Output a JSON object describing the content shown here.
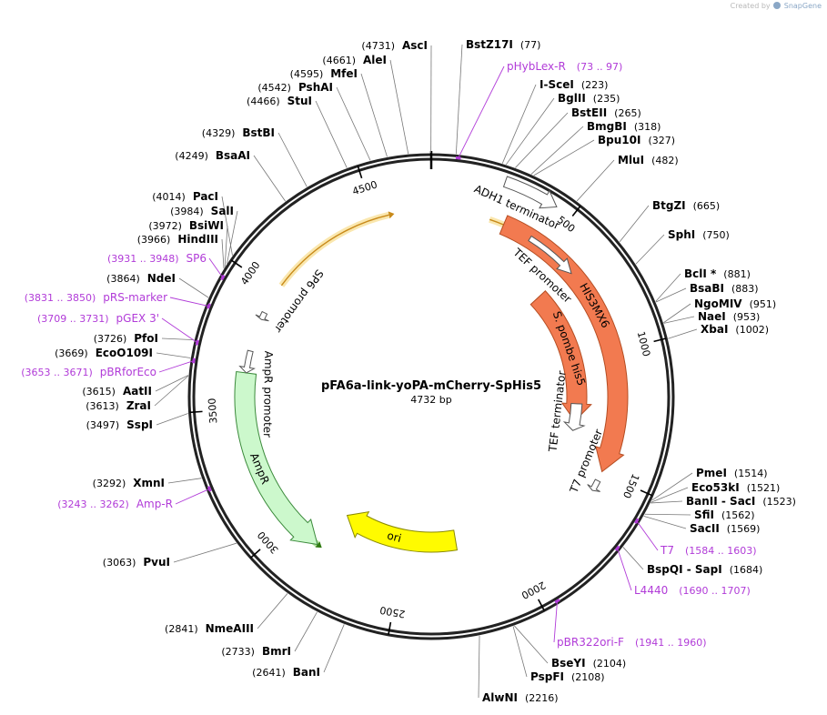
{
  "credit": {
    "created_by": "Created by",
    "brand": "SnapGene"
  },
  "plasmid": {
    "name": "pFA6a-link-yoPA-mCherry-SpHis5",
    "length": "4732 bp",
    "total_bp": 4732
  },
  "colors": {
    "feature_orange": "#f27a50",
    "ori_yellow": "#fffb00",
    "amp_green": "#ccf8cc",
    "primer_purple": "#b13bd8",
    "highlight_yellow": "#f6d36b",
    "highlight_green": "#78c850"
  },
  "ticks": [
    {
      "pos": 500,
      "label": "500"
    },
    {
      "pos": 1000,
      "label": "1000"
    },
    {
      "pos": 1500,
      "label": "1500"
    },
    {
      "pos": 2000,
      "label": "2000"
    },
    {
      "pos": 2500,
      "label": "2500"
    },
    {
      "pos": 3000,
      "label": "3000"
    },
    {
      "pos": 3500,
      "label": "3500"
    },
    {
      "pos": 4000,
      "label": "4000"
    },
    {
      "pos": 4500,
      "label": "4500"
    }
  ],
  "enzymes_right": [
    {
      "name": "BstZ17I",
      "pos": "77",
      "site": 77
    },
    {
      "name": "I-SceI",
      "pos": "223",
      "site": 223
    },
    {
      "name": "BglII",
      "pos": "235",
      "site": 235
    },
    {
      "name": "BstEII",
      "pos": "265",
      "site": 265
    },
    {
      "name": "BmgBI",
      "pos": "318",
      "site": 318
    },
    {
      "name": "Bpu10I",
      "pos": "327",
      "site": 327
    },
    {
      "name": "MluI",
      "pos": "482",
      "site": 482
    },
    {
      "name": "BtgZI",
      "pos": "665",
      "site": 665
    },
    {
      "name": "SphI",
      "pos": "750",
      "site": 750
    },
    {
      "name": "BclI *",
      "pos": "881",
      "site": 881
    },
    {
      "name": "BsaBI",
      "pos": "883",
      "site": 883
    },
    {
      "name": "NgoMIV",
      "pos": "951",
      "site": 951
    },
    {
      "name": "NaeI",
      "pos": "953",
      "site": 953
    },
    {
      "name": "XbaI",
      "pos": "1002",
      "site": 1002
    },
    {
      "name": "PmeI",
      "pos": "1514",
      "site": 1514
    },
    {
      "name": "Eco53kI",
      "pos": "1521",
      "site": 1521
    },
    {
      "name": "BanII  -  SacI",
      "pos": "1523",
      "site": 1523
    },
    {
      "name": "SfiI",
      "pos": "1562",
      "site": 1562
    },
    {
      "name": "SacII",
      "pos": "1569",
      "site": 1569
    },
    {
      "name": "BspQI  -  SapI",
      "pos": "1684",
      "site": 1684
    },
    {
      "name": "BseYI",
      "pos": "2104",
      "site": 2104
    },
    {
      "name": "PspFI",
      "pos": "2108",
      "site": 2108
    },
    {
      "name": "AlwNI",
      "pos": "2216",
      "site": 2216
    }
  ],
  "enzymes_left": [
    {
      "name": "AscI",
      "pos": "(4731)",
      "site": 4731
    },
    {
      "name": "AleI",
      "pos": "(4661)",
      "site": 4661
    },
    {
      "name": "MfeI",
      "pos": "(4595)",
      "site": 4595
    },
    {
      "name": "PshAI",
      "pos": "(4542)",
      "site": 4542
    },
    {
      "name": "StuI",
      "pos": "(4466)",
      "site": 4466
    },
    {
      "name": "BstBI",
      "pos": "(4329)",
      "site": 4329
    },
    {
      "name": "BsaAI",
      "pos": "(4249)",
      "site": 4249
    },
    {
      "name": "PacI",
      "pos": "(4014)",
      "site": 4014
    },
    {
      "name": "SalI",
      "pos": "(3984)",
      "site": 3984
    },
    {
      "name": "BsiWI",
      "pos": "(3972)",
      "site": 3972
    },
    {
      "name": "HindIII",
      "pos": "(3966)",
      "site": 3966
    },
    {
      "name": "NdeI",
      "pos": "(3864)",
      "site": 3864
    },
    {
      "name": "PfoI",
      "pos": "(3726)",
      "site": 3726
    },
    {
      "name": "EcoO109I",
      "pos": "(3669)",
      "site": 3669
    },
    {
      "name": "AatII",
      "pos": "(3615)",
      "site": 3615
    },
    {
      "name": "ZraI",
      "pos": "(3613)",
      "site": 3613
    },
    {
      "name": "SspI",
      "pos": "(3497)",
      "site": 3497
    },
    {
      "name": "XmnI",
      "pos": "(3292)",
      "site": 3292
    },
    {
      "name": "PvuI",
      "pos": "(3063)",
      "site": 3063
    },
    {
      "name": "NmeAIII",
      "pos": "(2841)",
      "site": 2841
    },
    {
      "name": "BmrI",
      "pos": "(2733)",
      "site": 2733
    },
    {
      "name": "BanI",
      "pos": "(2641)",
      "site": 2641
    }
  ],
  "primers_right": [
    {
      "name": "pHybLex-R",
      "range": "(73 .. 97)",
      "site": 85
    },
    {
      "name": "T7",
      "range": "(1584 .. 1603)",
      "site": 1593
    },
    {
      "name": "L4440",
      "range": "(1690 .. 1707)",
      "site": 1698
    },
    {
      "name": "pBR322ori-F",
      "range": "(1941 .. 1960)",
      "site": 1950
    }
  ],
  "primers_left": [
    {
      "name": "SP6",
      "range": "(3931 .. 3948)",
      "site": 3940
    },
    {
      "name": "pRS-marker",
      "range": "(3831 .. 3850)",
      "site": 3840
    },
    {
      "name": "pGEX 3'",
      "range": "(3709 .. 3731)",
      "site": 3720
    },
    {
      "name": "pBRforEco",
      "range": "(3653 .. 3671)",
      "site": 3662
    },
    {
      "name": "Amp-R",
      "range": "(3243 .. 3262)",
      "site": 3252
    }
  ],
  "features": [
    {
      "name": "HIS3MX6",
      "type": "orange_arrow",
      "start": 300,
      "end": 1495,
      "ring": 205
    },
    {
      "name": "S. pombe his5",
      "type": "orange_arrow",
      "start": 620,
      "end": 1310,
      "ring": 160
    },
    {
      "name": "ori",
      "type": "yellow_arrow",
      "start": 2240,
      "end": 2830,
      "ring": 160
    },
    {
      "name": "AmpR",
      "type": "green_arrow",
      "start": 3645,
      "end": 2860,
      "ring": 205
    },
    {
      "name": "ADH1 terminator",
      "type": "terminator",
      "start": 250,
      "end": 440,
      "ring": 250
    },
    {
      "name": "TEF terminator",
      "type": "terminator",
      "start": 1220,
      "end": 1360,
      "ring": 160
    },
    {
      "name": "TEF promoter",
      "type": "promoter",
      "start": 420,
      "end": 640,
      "ring": 205
    },
    {
      "name": "T7 promoter",
      "type": "promoter",
      "start": 1535,
      "end": 1580,
      "ring": 205
    },
    {
      "name": "SP6 promoter",
      "type": "promoter",
      "start": 3900,
      "end": 3870,
      "ring": 205
    },
    {
      "name": "AmpR promoter",
      "type": "promoter",
      "start": 3735,
      "end": 3645,
      "ring": 205
    }
  ],
  "highlights": [
    {
      "type": "yellow",
      "start": 240,
      "end": 1470,
      "ring": 251
    },
    {
      "type": "yellow",
      "start": 4030,
      "end": 4560,
      "ring": 251
    },
    {
      "type": "green",
      "start": 3555,
      "end": 2860,
      "ring": 251
    }
  ]
}
